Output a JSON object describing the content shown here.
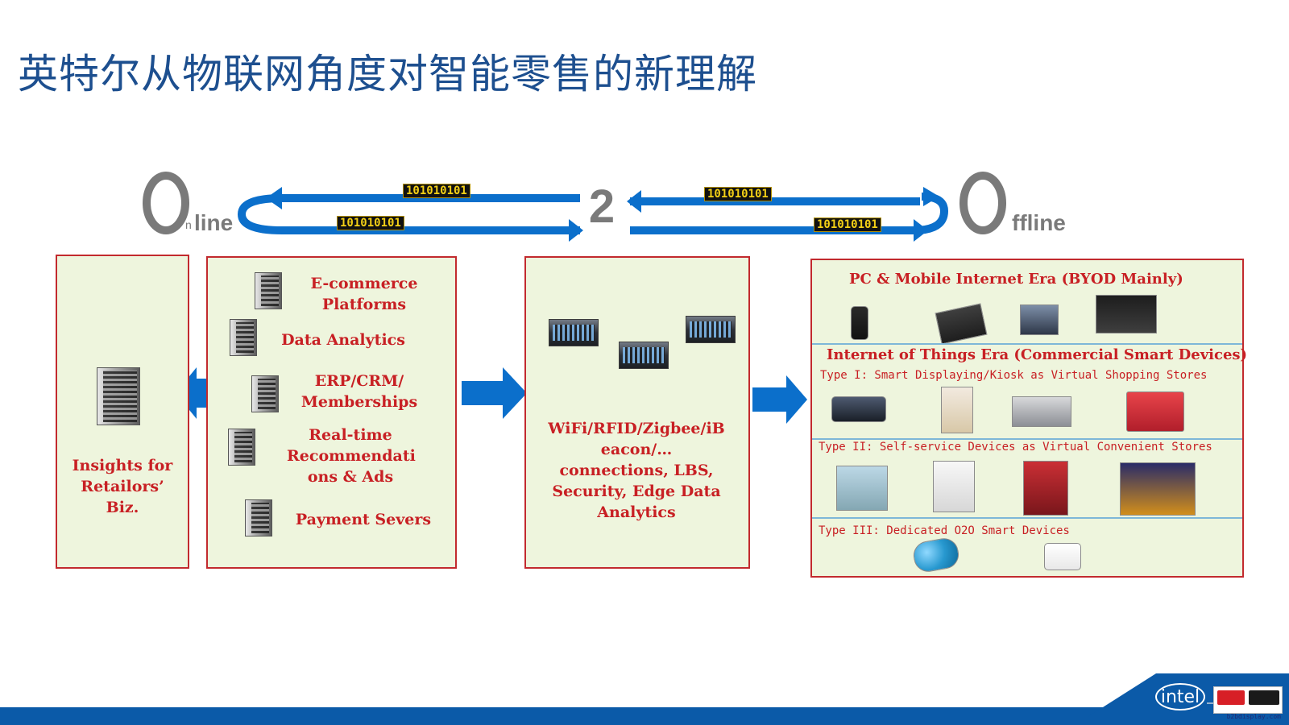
{
  "title": "英特尔从物联网角度对智能零售的新理解",
  "header": {
    "online_word": "Online",
    "offline_word": "Offline",
    "center_mark": "2",
    "binary_codes": [
      "101010101",
      "101010101",
      "101010101",
      "101010101"
    ]
  },
  "boxes": {
    "insights": {
      "lines": [
        "Insights for",
        "Retailors’",
        "Biz."
      ]
    },
    "online_services": {
      "items": [
        [
          "E-commerce",
          "Platforms"
        ],
        [
          "Data Analytics"
        ],
        [
          "ERP/CRM/",
          "Memberships"
        ],
        [
          "Real-time",
          "Recommendati",
          "ons & Ads"
        ],
        [
          "Payment Severs"
        ]
      ]
    },
    "edge": {
      "lines": [
        "WiFi/RFID/Zigbee/iB",
        "eacon/…",
        "connections, LBS,",
        "Security, Edge Data",
        "Analytics"
      ]
    },
    "offline": {
      "sections": [
        {
          "title": "PC & Mobile Internet Era (BYOD Mainly)"
        },
        {
          "title": "Internet of Things Era (Commercial Smart Devices)",
          "subtitle": "Type I:  Smart Displaying/Kiosk as Virtual Shopping Stores"
        },
        {
          "subtitle": "Type II:  Self-service Devices as Virtual Convenient Stores"
        },
        {
          "subtitle": "Type III:  Dedicated O2O Smart Devices"
        }
      ]
    }
  },
  "colors": {
    "title": "#1d4f8f",
    "arrow": "#0b6fcb",
    "box_fill": "#eef5dd",
    "box_border": "#c22a2e",
    "accent_text": "#c82024",
    "separator": "#7eb7d8",
    "logo": "#0b5aa8",
    "binary_bg": "#111111",
    "binary_text": "#f4d016"
  },
  "icons": {
    "online_icon": "online-circle-icon",
    "offline_icon": "offline-circle-icon",
    "arrow_icon": "arrow-icon"
  }
}
